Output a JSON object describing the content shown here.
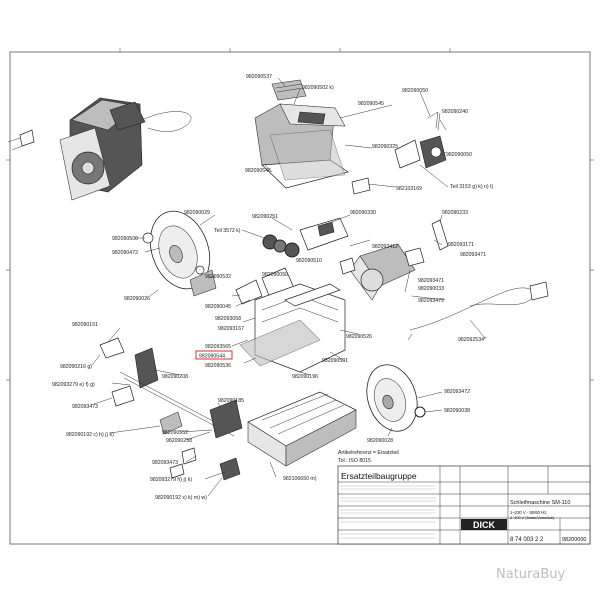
{
  "labels": {
    "l0": "982090537",
    "l1": "982090502 k)",
    "l2": "982090545",
    "l3": "982090050",
    "l4": "982090240",
    "l5": "982090325",
    "l6": "982090050",
    "l7": "982090546",
    "l8": "982103169",
    "l9": "Teil 3153 g) k) n) t)",
    "l10": "982090029",
    "l11": "982090251",
    "l12": "982090330",
    "l13": "982090233",
    "l14": "982090500",
    "l15": "Teil 3572 k)",
    "l16": "982090472",
    "l17": "982093412",
    "l18": "982093171",
    "l19": "982093471",
    "l20": "982090510",
    "l21": "982090532",
    "l22": "982090050",
    "l23": "982093471",
    "l24": "982090033",
    "l25": "982090026",
    "l26": "982090045",
    "l27": "982093472",
    "l28": "982093167",
    "l29": "982090151",
    "l30": "982093058",
    "l31": "982090526",
    "l32": "982093565",
    "l33": "982090544",
    "l34": "982090536",
    "l35": "982090501",
    "l36": "982092534*",
    "l37": "982090216 g)",
    "l38": "982093279 e) f) g)",
    "l39": "982090208",
    "l40": "982090196",
    "l41": "982093473",
    "l42": "982090185",
    "l43": "982093472",
    "l44": "982090038",
    "l45": "982090192 c) h) j) k)",
    "l46": "982090552",
    "l47": "982090258",
    "l48": "982093473",
    "l49": "982090028",
    "l50": "982093279 h) j) k)",
    "l51": "982090192 x) k) m) w)",
    "l52": "982093472",
    "l53": "982106650 m)",
    "l54": "982090208"
  },
  "legend": {
    "line1": "Artikelreferenz = Ersatzteil",
    "line2": "Tol.: ISO 8015"
  },
  "title_block": {
    "title": "Ersatzteilbaugruppe",
    "machine": "Schleifmaschine SM-110",
    "voltage": "1~230 V - 50/60 Hz,",
    "voltage2": "3~400 V (Motor/Vorschub)",
    "drawing_number": "8 74 003 2 2",
    "part_number": "98200000",
    "company": "DICK"
  },
  "watermark": "NaturaBuy",
  "colors": {
    "highlight": "#d9302c",
    "line": "#333333"
  }
}
